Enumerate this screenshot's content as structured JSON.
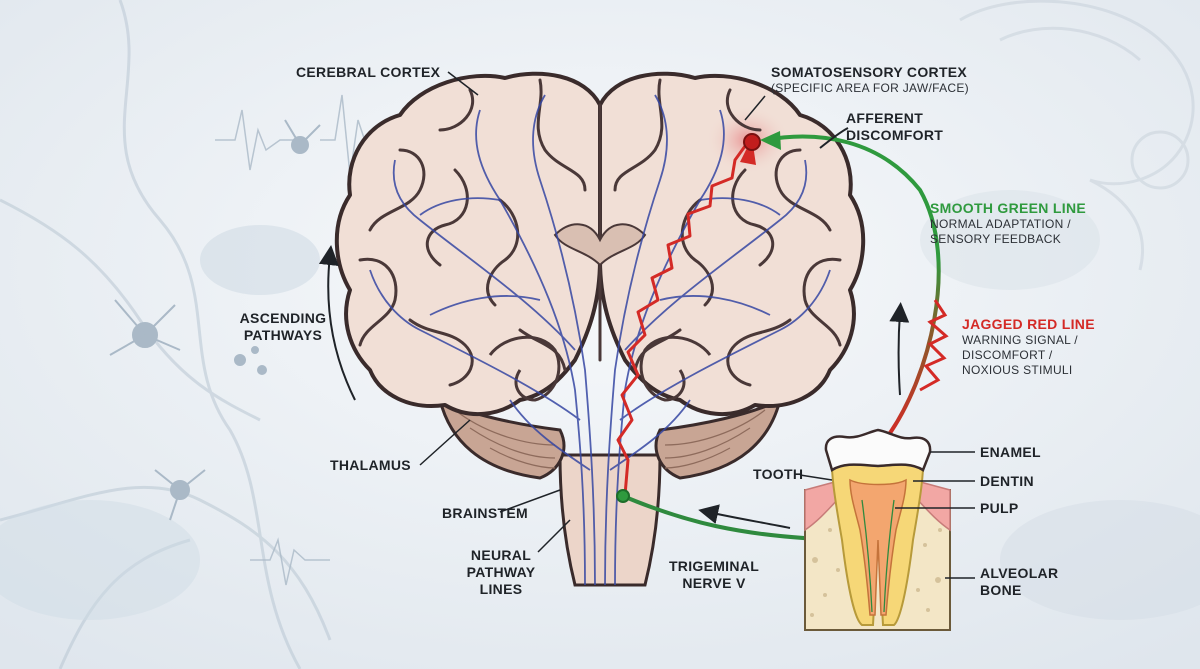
{
  "labels": {
    "cerebral_cortex": "CEREBRAL CORTEX",
    "somatosensory_title": "SOMATOSENSORY CORTEX",
    "somatosensory_sub": "(SPECIFIC AREA FOR JAW/FACE)",
    "afferent_line1": "AFFERENT",
    "afferent_line2": "DISCOMFORT",
    "green_title": "SMOOTH GREEN LINE",
    "green_sub1": "NORMAL ADAPTATION /",
    "green_sub2": "SENSORY FEEDBACK",
    "red_title": "JAGGED RED LINE",
    "red_sub1": "WARNING SIGNAL /",
    "red_sub2": "DISCOMFORT /",
    "red_sub3": "NOXIOUS STIMULI",
    "ascending_line1": "ASCENDING",
    "ascending_line2": "PATHWAYS",
    "thalamus": "THALAMUS",
    "brainstem": "BRAINSTEM",
    "neural_line1": "NEURAL",
    "neural_line2": "PATHWAY",
    "neural_line3": "LINES",
    "trigeminal_line1": "TRIGEMINAL",
    "trigeminal_line2": "NERVE V",
    "tooth": "TOOTH",
    "enamel": "ENAMEL",
    "dentin": "DENTIN",
    "pulp": "PULP",
    "alveolar_line1": "ALVEOLAR",
    "alveolar_line2": "BONE"
  },
  "colors": {
    "background": "#eef2f6",
    "brain_fill": "#f1dfd6",
    "brain_outline": "#3a2b2b",
    "nerve_blue": "#3647a3",
    "signal_green": "#2f9a3e",
    "signal_red": "#d42a26",
    "dentin": "#f6d777",
    "pulp": "#f3a66f",
    "gum": "#f2a7a4",
    "bone": "#f3e6c6",
    "text": "#1f2328"
  }
}
